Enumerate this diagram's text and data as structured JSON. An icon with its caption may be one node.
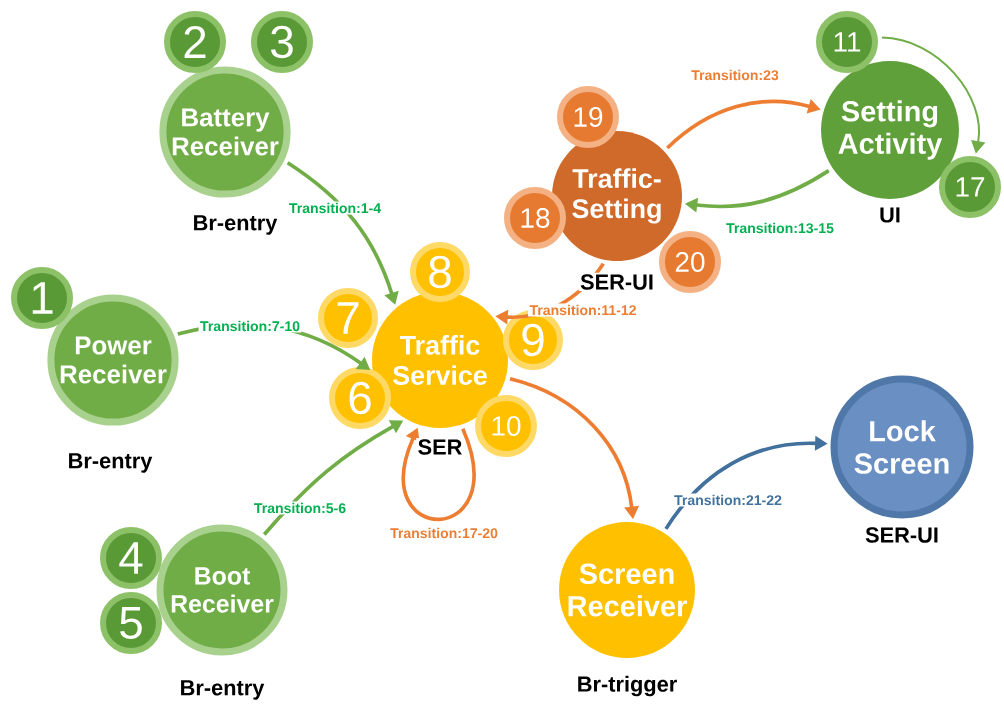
{
  "diagram": {
    "nodes": [
      {
        "text": [
          "Battery Receiver"
        ],
        "beside": [
          "Br-entry"
        ]
      },
      {
        "text": [
          "2"
        ]
      },
      {
        "text": [
          "3"
        ]
      },
      {
        "text": [
          "Power Receiver"
        ],
        "beside": [
          "Br-entry"
        ]
      },
      {
        "text": [
          "1"
        ]
      },
      {
        "text": [
          "Traffic-Setting"
        ],
        "beside": [
          "SER-UI"
        ]
      },
      {
        "text": [
          "19"
        ]
      },
      {
        "text": [
          "18"
        ]
      },
      {
        "text": [
          "20"
        ]
      },
      {
        "text": [
          "Setting Activity"
        ],
        "beside": [
          "UI"
        ]
      },
      {
        "text": [
          "11"
        ]
      },
      {
        "text": [
          "17"
        ]
      },
      {
        "text": [
          "Traffic Service"
        ],
        "beside": [
          "SER"
        ]
      },
      {
        "text": [
          "8"
        ]
      },
      {
        "text": [
          "7"
        ]
      },
      {
        "text": [
          "9"
        ]
      },
      {
        "text": [
          "6"
        ]
      },
      {
        "text": [
          "10"
        ]
      },
      {
        "text": [
          "Boot Receiver"
        ],
        "beside": [
          "Br-entry"
        ]
      },
      {
        "text": [
          "4"
        ]
      },
      {
        "text": [
          "5"
        ]
      },
      {
        "text": [
          "Screen Receiver"
        ],
        "beside": [
          "Br-trigger"
        ]
      },
      {
        "text": [
          "Lock Screen"
        ],
        "beside": [
          "SER-UI"
        ]
      }
    ],
    "edges": [
      {
        "from": 0,
        "to": 12,
        "arrow": "to",
        "label": "Transition:1-4"
      },
      {
        "from": 3,
        "to": 12,
        "arrow": "to",
        "label": "Transition:7-10"
      },
      {
        "from": 18,
        "to": 12,
        "arrow": "to",
        "label": "Transition:5-6"
      },
      {
        "from": 5,
        "to": 9,
        "arrow": "to",
        "label": "Transition:23",
        "color": "#ed7d31"
      },
      {
        "from": 9,
        "to": 5,
        "arrow": "to",
        "label": "Transition:13-15"
      },
      {
        "from": 5,
        "to": 12,
        "arrow": "to",
        "label": "Transition:11-12",
        "color": "#ed7d31"
      },
      {
        "from": 10,
        "to": 11,
        "arrow": "to"
      },
      {
        "from": 12,
        "to": 12,
        "arrow": "to",
        "label": "Transition:17-20",
        "color": "#ed7d31"
      },
      {
        "from": 12,
        "to": 21,
        "arrow": "to",
        "color": "#ed7d31"
      },
      {
        "from": 21,
        "to": 22,
        "arrow": "to",
        "label": "Transition:21-22",
        "color": "#41719c"
      }
    ]
  }
}
